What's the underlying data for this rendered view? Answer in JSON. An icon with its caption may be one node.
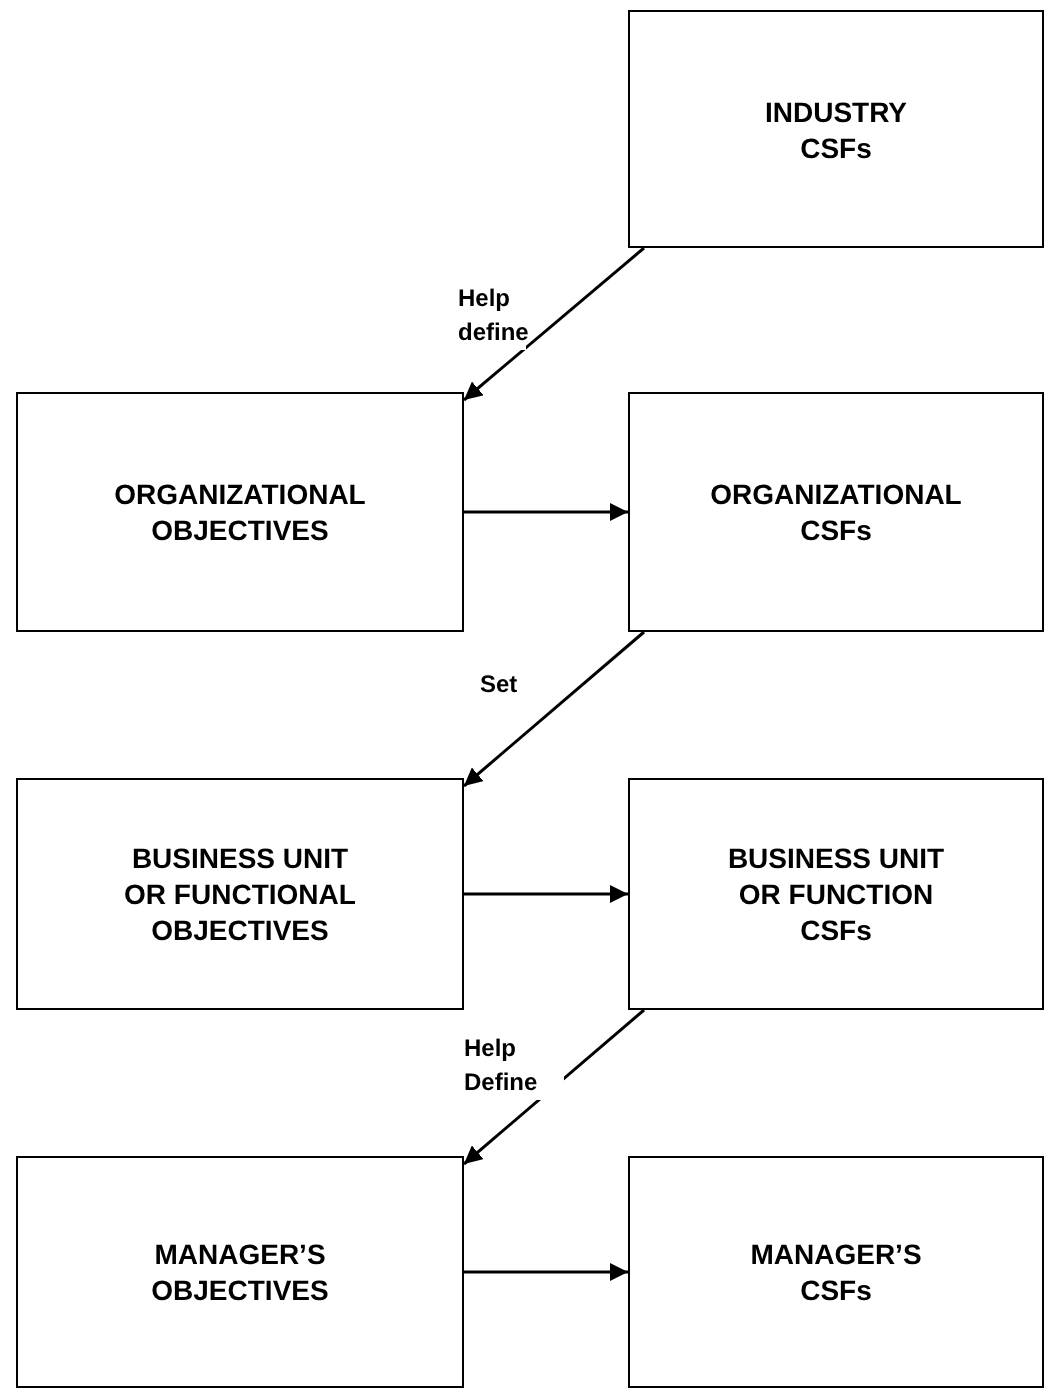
{
  "diagram": {
    "nodes": [
      {
        "text": [
          "INDUSTRY CSFs"
        ]
      },
      {
        "text": [
          "ORGANIZATIONAL OBJECTIVES"
        ]
      },
      {
        "text": [
          "ORGANIZATIONAL CSFs"
        ]
      },
      {
        "text": [
          "BUSINESS UNIT OR FUNCTIONAL OBJECTIVES"
        ]
      },
      {
        "text": [
          "BUSINESS UNIT OR FUNCTION CSFs"
        ]
      },
      {
        "text": [
          "MANAGER’S OBJECTIVES"
        ]
      },
      {
        "text": [
          "MANAGER’S CSFs"
        ]
      }
    ],
    "edges": [
      {
        "from": 0,
        "to": 1,
        "arrow": "to",
        "label": "Help define"
      },
      {
        "from": 1,
        "to": 2,
        "arrow": "to"
      },
      {
        "from": 2,
        "to": 3,
        "arrow": "to",
        "label": "Set"
      },
      {
        "from": 3,
        "to": 4,
        "arrow": "to"
      },
      {
        "from": 4,
        "to": 5,
        "arrow": "to",
        "label": "Help Define"
      },
      {
        "from": 5,
        "to": 6,
        "arrow": "to"
      }
    ]
  }
}
